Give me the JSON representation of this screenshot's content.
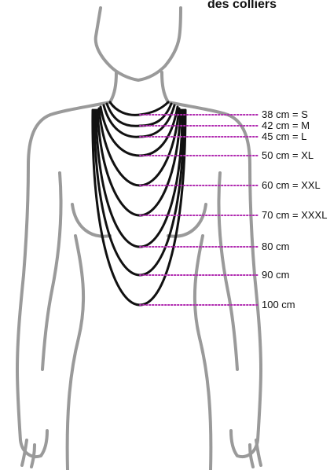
{
  "title": "des colliers",
  "colors": {
    "necklace": "#111111",
    "silhouette": "#9a9a9a",
    "guide_line": "#b02ab0",
    "label": "#111111"
  },
  "labels": [
    "38 cm = S",
    "42 cm = M",
    "45 cm = L",
    "50 cm = XL",
    "60 cm = XXL",
    "70 cm = XXXL",
    "80 cm",
    "90 cm",
    "100 cm"
  ]
}
